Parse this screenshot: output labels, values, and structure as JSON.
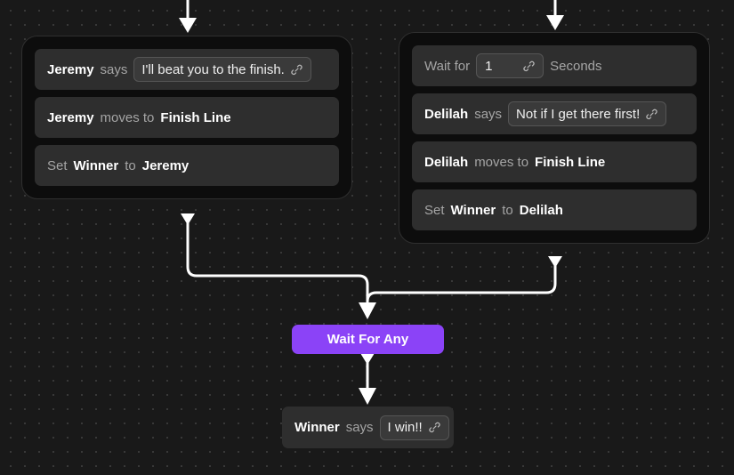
{
  "canvas": {
    "background_color": "#191919",
    "dot_color": "#3a3a3a",
    "accent_color": "#8b43f7",
    "panel_color": "#0d0d0d",
    "row_color": "#2e2e2e"
  },
  "icons": {
    "link": "link-icon"
  },
  "groups": [
    {
      "id": "group-left",
      "name": "jeremy-branch-group",
      "statements": [
        {
          "type": "say",
          "actor": "Jeremy",
          "verb": "says",
          "field_value": "I'll beat you to the finish.",
          "field_icon": "link-icon"
        },
        {
          "type": "move",
          "actor": "Jeremy",
          "verb": "moves to",
          "target": "Finish Line"
        },
        {
          "type": "set",
          "set_label": "Set",
          "variable": "Winner",
          "to_label": "to",
          "value": "Jeremy"
        }
      ]
    },
    {
      "id": "group-right",
      "name": "delilah-branch-group",
      "statements": [
        {
          "type": "wait",
          "prefix": "Wait for",
          "field_value": "1",
          "field_icon": "link-icon",
          "suffix": "Seconds"
        },
        {
          "type": "say",
          "actor": "Delilah",
          "verb": "says",
          "field_value": "Not if I get there first!",
          "field_icon": "link-icon"
        },
        {
          "type": "move",
          "actor": "Delilah",
          "verb": "moves to",
          "target": "Finish Line"
        },
        {
          "type": "set",
          "set_label": "Set",
          "variable": "Winner",
          "to_label": "to",
          "value": "Delilah"
        }
      ]
    }
  ],
  "wait_for_any": {
    "label": "Wait For Any"
  },
  "final_statement": {
    "type": "say",
    "actor": "Winner",
    "verb": "says",
    "field_value": "I win!!",
    "field_icon": "link-icon"
  }
}
